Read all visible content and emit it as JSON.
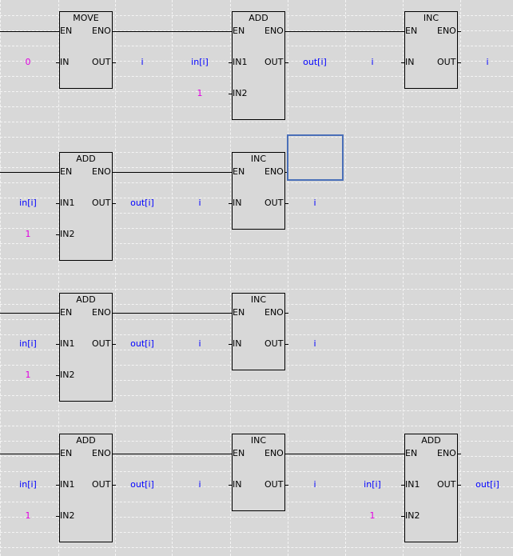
{
  "colors": {
    "background": "#d8d8d8",
    "variable": "#0000ff",
    "constant": "#e000e0",
    "cursor": "#4a6fb8"
  },
  "rungs": [
    {
      "blocks": [
        {
          "name": "MOVE",
          "pins_in": [
            "EN",
            "IN"
          ],
          "pins_out": [
            "ENO",
            "OUT"
          ]
        },
        {
          "name": "ADD",
          "pins_in": [
            "EN",
            "IN1",
            "IN2"
          ],
          "pins_out": [
            "ENO",
            "OUT"
          ]
        },
        {
          "name": "INC",
          "pins_in": [
            "EN",
            "IN"
          ],
          "pins_out": [
            "ENO",
            "OUT"
          ]
        }
      ],
      "operands": [
        {
          "text": "0",
          "kind": "const"
        },
        {
          "text": "i",
          "kind": "var"
        },
        {
          "text": "in[i]",
          "kind": "var"
        },
        {
          "text": "1",
          "kind": "const"
        },
        {
          "text": "out[i]",
          "kind": "var"
        },
        {
          "text": "i",
          "kind": "var"
        },
        {
          "text": "i",
          "kind": "var"
        }
      ]
    },
    {
      "blocks": [
        {
          "name": "ADD",
          "pins_in": [
            "EN",
            "IN1",
            "IN2"
          ],
          "pins_out": [
            "ENO",
            "OUT"
          ]
        },
        {
          "name": "INC",
          "pins_in": [
            "EN",
            "IN"
          ],
          "pins_out": [
            "ENO",
            "OUT"
          ]
        }
      ],
      "operands": [
        {
          "text": "in[i]",
          "kind": "var"
        },
        {
          "text": "1",
          "kind": "const"
        },
        {
          "text": "out[i]",
          "kind": "var"
        },
        {
          "text": "i",
          "kind": "var"
        },
        {
          "text": "i",
          "kind": "var"
        }
      ]
    },
    {
      "blocks": [
        {
          "name": "ADD",
          "pins_in": [
            "EN",
            "IN1",
            "IN2"
          ],
          "pins_out": [
            "ENO",
            "OUT"
          ]
        },
        {
          "name": "INC",
          "pins_in": [
            "EN",
            "IN"
          ],
          "pins_out": [
            "ENO",
            "OUT"
          ]
        }
      ],
      "operands": [
        {
          "text": "in[i]",
          "kind": "var"
        },
        {
          "text": "1",
          "kind": "const"
        },
        {
          "text": "out[i]",
          "kind": "var"
        },
        {
          "text": "i",
          "kind": "var"
        },
        {
          "text": "i",
          "kind": "var"
        }
      ]
    },
    {
      "blocks": [
        {
          "name": "ADD",
          "pins_in": [
            "EN",
            "IN1",
            "IN2"
          ],
          "pins_out": [
            "ENO",
            "OUT"
          ]
        },
        {
          "name": "INC",
          "pins_in": [
            "EN",
            "IN"
          ],
          "pins_out": [
            "ENO",
            "OUT"
          ]
        },
        {
          "name": "ADD",
          "pins_in": [
            "EN",
            "IN1",
            "IN2"
          ],
          "pins_out": [
            "ENO",
            "OUT"
          ]
        }
      ],
      "operands": [
        {
          "text": "in[i]",
          "kind": "var"
        },
        {
          "text": "1",
          "kind": "const"
        },
        {
          "text": "out[i]",
          "kind": "var"
        },
        {
          "text": "i",
          "kind": "var"
        },
        {
          "text": "i",
          "kind": "var"
        },
        {
          "text": "in[i]",
          "kind": "var"
        },
        {
          "text": "1",
          "kind": "const"
        },
        {
          "text": "out[i]",
          "kind": "var"
        }
      ]
    }
  ]
}
